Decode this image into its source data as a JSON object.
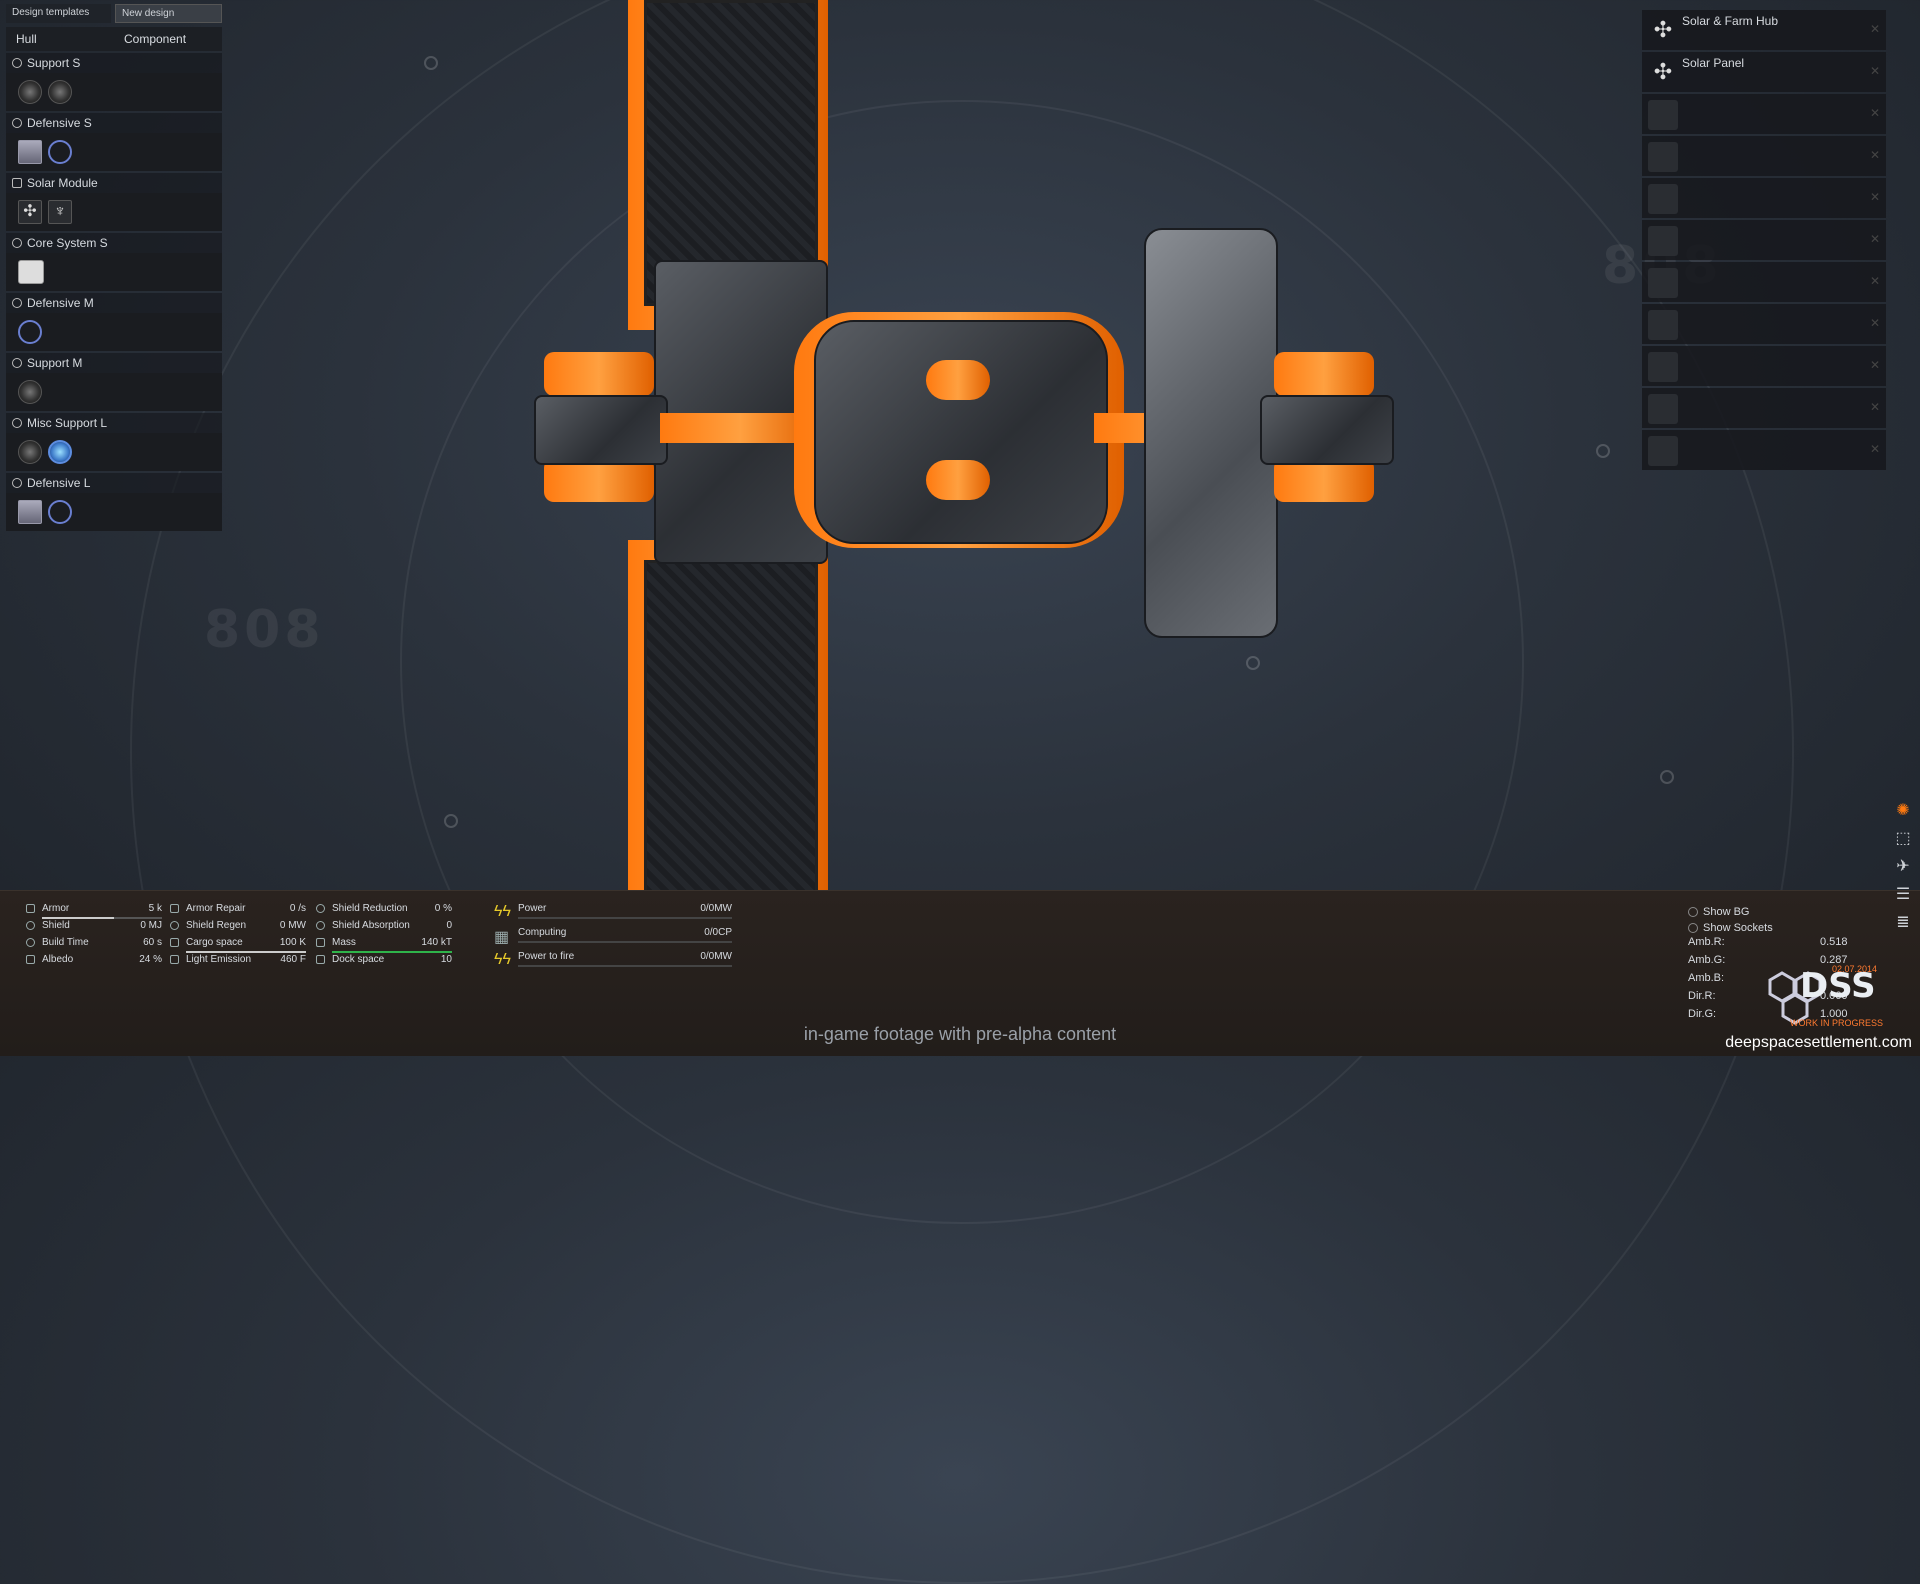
{
  "header": {
    "tabs": [
      "Design templates",
      "New design"
    ],
    "sub_tabs": [
      "Hull",
      "Component"
    ]
  },
  "categories": [
    {
      "label": "Support S"
    },
    {
      "label": "Defensive S"
    },
    {
      "label": "Solar Module"
    },
    {
      "label": "Core System S"
    },
    {
      "label": "Defensive M"
    },
    {
      "label": "Support M"
    },
    {
      "label": "Misc Support L"
    },
    {
      "label": "Defensive L"
    }
  ],
  "right_panel": {
    "items": [
      "Solar & Farm Hub",
      "Solar Panel"
    ],
    "empty_count": 9
  },
  "background": {
    "hull_id": "808"
  },
  "stats": {
    "col1": [
      {
        "name": "Armor",
        "value": "5 k"
      },
      {
        "name": "Shield",
        "value": "0 MJ"
      },
      {
        "name": "Build Time",
        "value": "60 s"
      },
      {
        "name": "Albedo",
        "value": "24 %"
      }
    ],
    "col2": [
      {
        "name": "Armor Repair",
        "value": "0 /s"
      },
      {
        "name": "Shield Regen",
        "value": "0 MW"
      },
      {
        "name": "Cargo space",
        "value": "100 K"
      },
      {
        "name": "Light Emission",
        "value": "460 F"
      }
    ],
    "col3": [
      {
        "name": "Shield Reduction",
        "value": "0 %"
      },
      {
        "name": "Shield Absorption",
        "value": "0"
      },
      {
        "name": "Mass",
        "value": "140 kT"
      },
      {
        "name": "Dock space",
        "value": "10"
      }
    ]
  },
  "resources": [
    {
      "name": "Power",
      "value": "0/0MW"
    },
    {
      "name": "Computing",
      "value": "0/0CP"
    },
    {
      "name": "Power to fire",
      "value": "0/0MW"
    }
  ],
  "render_options": {
    "toggles": [
      "Show BG",
      "Show Sockets"
    ],
    "ambient": [
      {
        "name": "Amb.R:",
        "value": "0.518"
      },
      {
        "name": "Amb.G:",
        "value": "0.287"
      },
      {
        "name": "Amb.B:",
        "value": ""
      },
      {
        "name": "Dir.R:",
        "value": "0.060"
      },
      {
        "name": "Dir.G:",
        "value": "1.000"
      }
    ]
  },
  "logo": {
    "text": "DSS",
    "subtitle": "WORK IN PROGRESS",
    "date": "02.07.2014"
  },
  "footer": {
    "note": "in-game footage with pre-alpha content",
    "site": "deepspacesettlement.com"
  },
  "colors": {
    "accent": "#ff7a10",
    "bolt": "#e6c92a"
  }
}
